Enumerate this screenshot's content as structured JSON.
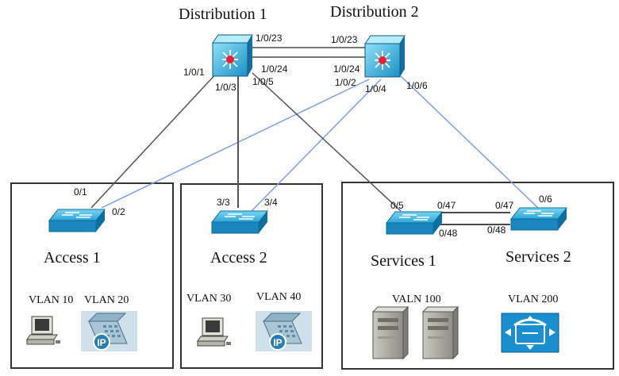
{
  "devices": {
    "dist1": "Distribution 1",
    "dist2": "Distribution 2",
    "access1": "Access 1",
    "access2": "Access 2",
    "services1": "Services 1",
    "services2": "Services 2"
  },
  "vlans": {
    "a1_left": "VLAN 10",
    "a1_right": "VLAN 20",
    "a2_left": "VLAN 30",
    "a2_right": "VLAN 40",
    "s1": "VALN 100",
    "s2": "VLAN 200"
  },
  "ports": {
    "d1_23": "1/0/23",
    "d2_23": "1/0/23",
    "d1_24": "1/0/24",
    "d2_24": "1/0/24",
    "d1_1": "1/0/1",
    "d1_3": "1/0/3",
    "d1_5": "1/0/5",
    "d2_2": "1/0/2",
    "d2_4": "1/0/4",
    "d2_6": "1/0/6",
    "a1_01": "0/1",
    "a1_02": "0/2",
    "a2_33": "3/3",
    "a2_34": "3/4",
    "s1_05": "0/5",
    "s1_047": "0/47",
    "s1_048": "0/48",
    "s2_047": "0/47",
    "s2_048": "0/48",
    "s2_06": "0/6"
  },
  "icons": {
    "ip_phone_text": "IP"
  },
  "colors": {
    "switch_blue": "#1f8fbf",
    "link_gray": "#4a4a4a",
    "link_blue": "#7c9cf0"
  }
}
